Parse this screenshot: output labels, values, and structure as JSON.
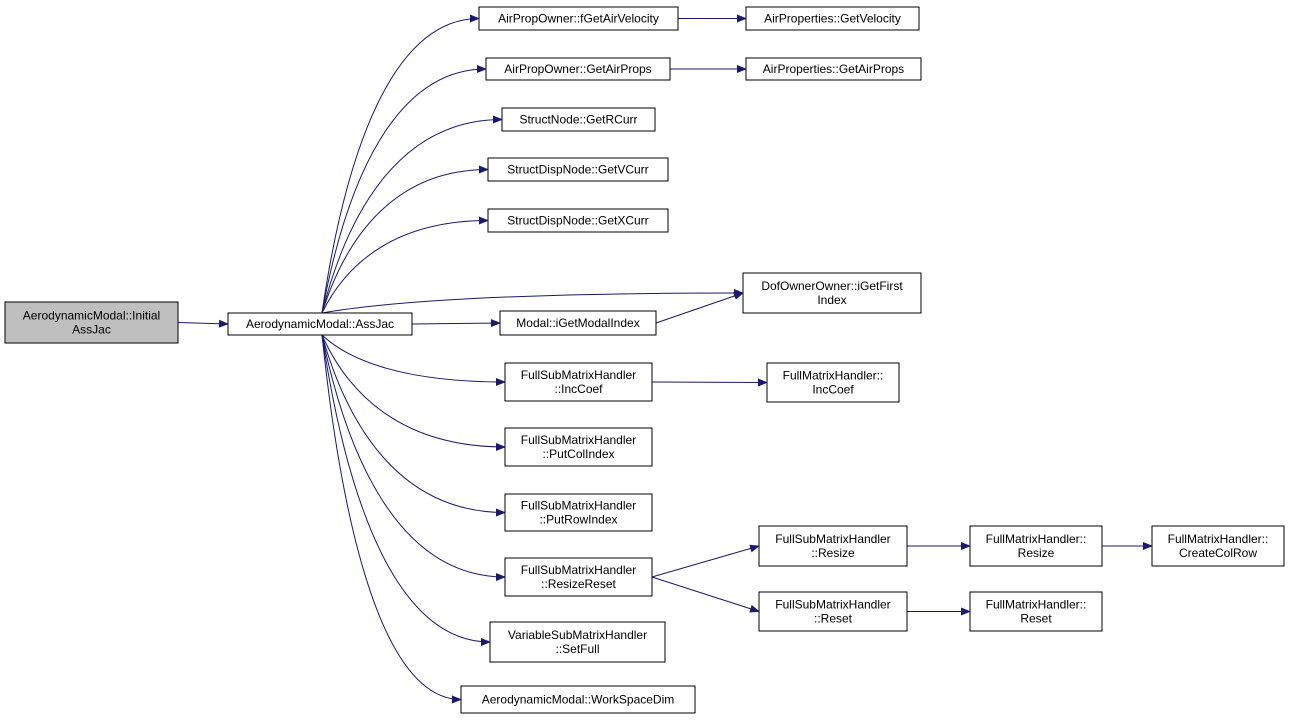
{
  "graph": {
    "colors": {
      "edge": "#191970",
      "root_fill": "#bfbfbf",
      "node_fill": "#ffffff",
      "border": "#000000"
    },
    "nodes": [
      {
        "id": "initial_assjac",
        "lines": [
          "AerodynamicModal::Initial",
          "AssJac"
        ],
        "root": true
      },
      {
        "id": "assjac",
        "lines": [
          "AerodynamicModal::AssJac"
        ]
      },
      {
        "id": "fget_air_velocity",
        "lines": [
          "AirPropOwner::fGetAirVelocity"
        ]
      },
      {
        "id": "get_velocity",
        "lines": [
          "AirProperties::GetVelocity"
        ]
      },
      {
        "id": "get_air_props_owner",
        "lines": [
          "AirPropOwner::GetAirProps"
        ]
      },
      {
        "id": "get_air_props",
        "lines": [
          "AirProperties::GetAirProps"
        ]
      },
      {
        "id": "get_rcurr",
        "lines": [
          "StructNode::GetRCurr"
        ]
      },
      {
        "id": "get_vcurr",
        "lines": [
          "StructDispNode::GetVCurr"
        ]
      },
      {
        "id": "get_xcurr",
        "lines": [
          "StructDispNode::GetXCurr"
        ]
      },
      {
        "id": "iget_first_index",
        "lines": [
          "DofOwnerOwner::iGetFirst",
          "Index"
        ]
      },
      {
        "id": "iget_modal_index",
        "lines": [
          "Modal::iGetModalIndex"
        ]
      },
      {
        "id": "sub_inccoef",
        "lines": [
          "FullSubMatrixHandler",
          "::IncCoef"
        ]
      },
      {
        "id": "full_inccoef",
        "lines": [
          "FullMatrixHandler::",
          "IncCoef"
        ]
      },
      {
        "id": "put_col_index",
        "lines": [
          "FullSubMatrixHandler",
          "::PutColIndex"
        ]
      },
      {
        "id": "put_row_index",
        "lines": [
          "FullSubMatrixHandler",
          "::PutRowIndex"
        ]
      },
      {
        "id": "resize_reset",
        "lines": [
          "FullSubMatrixHandler",
          "::ResizeReset"
        ]
      },
      {
        "id": "sub_resize",
        "lines": [
          "FullSubMatrixHandler",
          "::Resize"
        ]
      },
      {
        "id": "full_resize",
        "lines": [
          "FullMatrixHandler::",
          "Resize"
        ]
      },
      {
        "id": "create_col_row",
        "lines": [
          "FullMatrixHandler::",
          "CreateColRow"
        ]
      },
      {
        "id": "sub_reset",
        "lines": [
          "FullSubMatrixHandler",
          "::Reset"
        ]
      },
      {
        "id": "full_reset",
        "lines": [
          "FullMatrixHandler::",
          "Reset"
        ]
      },
      {
        "id": "set_full",
        "lines": [
          "VariableSubMatrixHandler",
          "::SetFull"
        ]
      },
      {
        "id": "workspace_dim",
        "lines": [
          "AerodynamicModal::WorkSpaceDim"
        ]
      }
    ],
    "edges": [
      {
        "from": "initial_assjac",
        "to": "assjac"
      },
      {
        "from": "assjac",
        "to": "fget_air_velocity"
      },
      {
        "from": "assjac",
        "to": "get_air_props_owner"
      },
      {
        "from": "assjac",
        "to": "get_rcurr"
      },
      {
        "from": "assjac",
        "to": "get_vcurr"
      },
      {
        "from": "assjac",
        "to": "get_xcurr"
      },
      {
        "from": "assjac",
        "to": "iget_first_index"
      },
      {
        "from": "assjac",
        "to": "iget_modal_index"
      },
      {
        "from": "assjac",
        "to": "sub_inccoef"
      },
      {
        "from": "assjac",
        "to": "put_col_index"
      },
      {
        "from": "assjac",
        "to": "put_row_index"
      },
      {
        "from": "assjac",
        "to": "resize_reset"
      },
      {
        "from": "assjac",
        "to": "set_full"
      },
      {
        "from": "assjac",
        "to": "workspace_dim"
      },
      {
        "from": "fget_air_velocity",
        "to": "get_velocity"
      },
      {
        "from": "get_air_props_owner",
        "to": "get_air_props"
      },
      {
        "from": "iget_modal_index",
        "to": "iget_first_index"
      },
      {
        "from": "sub_inccoef",
        "to": "full_inccoef"
      },
      {
        "from": "resize_reset",
        "to": "sub_resize"
      },
      {
        "from": "resize_reset",
        "to": "sub_reset"
      },
      {
        "from": "sub_resize",
        "to": "full_resize"
      },
      {
        "from": "full_resize",
        "to": "create_col_row"
      },
      {
        "from": "sub_reset",
        "to": "full_reset"
      }
    ]
  }
}
